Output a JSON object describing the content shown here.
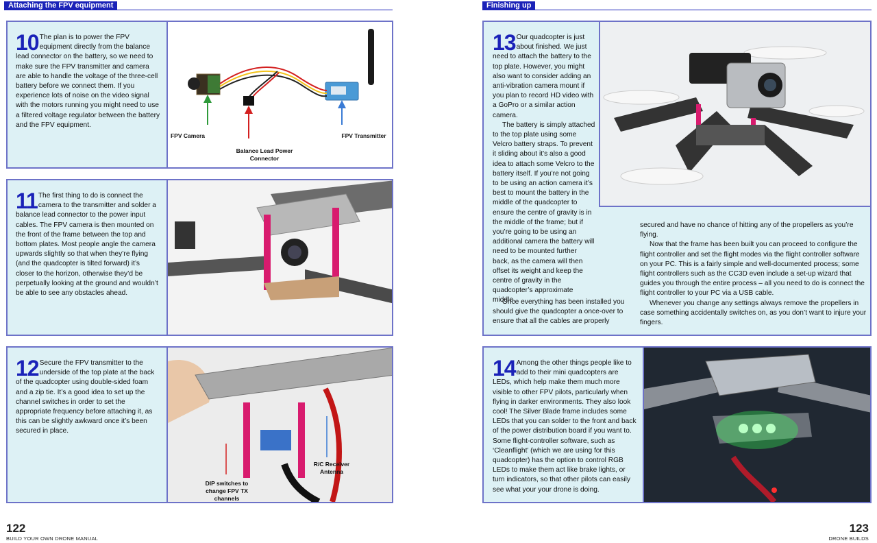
{
  "left_page": {
    "section_title": "Attaching the FPV equipment",
    "page_number": "122",
    "footer": "BUILD YOUR OWN DRONE MANUAL",
    "steps": [
      {
        "number": "10",
        "text": "The plan is to power the FPV equipment directly from the balance lead connector on the battery, so we need to make sure the FPV transmitter and camera are able to handle the voltage of the three-cell battery before we connect them. If you experience lots of noise on the video signal with the motors running you might need to use a filtered voltage regulator between the battery and the FPV equipment.",
        "labels": [
          "FPV Camera",
          "Balance Lead Power Connector",
          "FPV Transmitter"
        ]
      },
      {
        "number": "11",
        "text": "The first thing to do is connect the camera to the transmitter and solder a balance lead connector to the power input cables. The FPV camera is then mounted on the front of the frame between the top and bottom plates. Most people angle the camera upwards slightly so that when they’re flying (and the quadcopter is tilted forward) it’s closer to the horizon, otherwise they’d be perpetually looking at the ground and wouldn’t be able to see any obstacles ahead."
      },
      {
        "number": "12",
        "text": "Secure the FPV transmitter to the underside of the top plate at the back of the quadcopter using double-sided foam and a zip tie. It’s a good idea to set up the channel switches in order to set the appropriate frequency before attaching it, as this can be slightly awkward once it’s been secured in place.",
        "labels": [
          "R/C Receiver Antenna",
          "DIP switches to change FPV TX channels"
        ]
      }
    ]
  },
  "right_page": {
    "section_title": "Finishing up",
    "page_number": "123",
    "footer": "DRONE BUILDS",
    "step13": {
      "number": "13",
      "p1": "Our quadcopter is just about finished. We just need to attach the battery to the top plate. However, you might also want to consider adding an anti-vibration camera mount if you plan to record HD video with a GoPro or a similar action camera.",
      "p2": "The battery is simply attached to the top plate using some Velcro battery straps. To prevent it sliding about it’s also a good idea to attach some Velcro to the battery itself. If you’re not going to be using an action camera it’s best to mount the battery in the middle of the quadcopter to ensure the centre of gravity is in the middle of the frame; but if you’re going to be using an additional camera the battery will need to be mounted further back, as the camera will then offset its weight and keep the centre of gravity in the quadcopter’s approximate middle.",
      "p3": "Once everything has been installed you should give the quadcopter a once-over to ensure that all the cables are properly",
      "p4": "secured and have no chance of hitting any of the propellers as you’re flying.",
      "p5": "Now that the frame has been built you can proceed to configure the flight controller and set the flight modes via the flight controller software on your PC. This is a fairly simple and well-documented process; some flight controllers such as the CC3D even include a set-up wizard that guides you through the entire process – all you need to do is connect the flight controller to your PC via a USB cable.",
      "p6": "Whenever you change any settings always remove the propellers in case something accidentally switches on, as you don’t want to injure your fingers."
    },
    "step14": {
      "number": "14",
      "text": "Among the other things people like to add to their mini quadcopters are LEDs, which help make them much more visible to other FPV pilots, particularly when flying in darker environments. They also look cool! The Silver Blade frame includes some LEDs that you can solder to the front and back of the power distribution board if you want to. Some flight-controller software, such as ‘Cleanflight’ (which we are using for this quadcopter) has the option to control RGB LEDs to make them act like brake lights, or turn indicators, so that other pilots can easily see what your your drone is doing."
    }
  },
  "colors": {
    "accent": "#1a22b8",
    "panel_bg": "#ddf1f5",
    "panel_border": "#6d72c8",
    "frame_pink": "#d81b6e",
    "led_green": "#39ff5a"
  }
}
